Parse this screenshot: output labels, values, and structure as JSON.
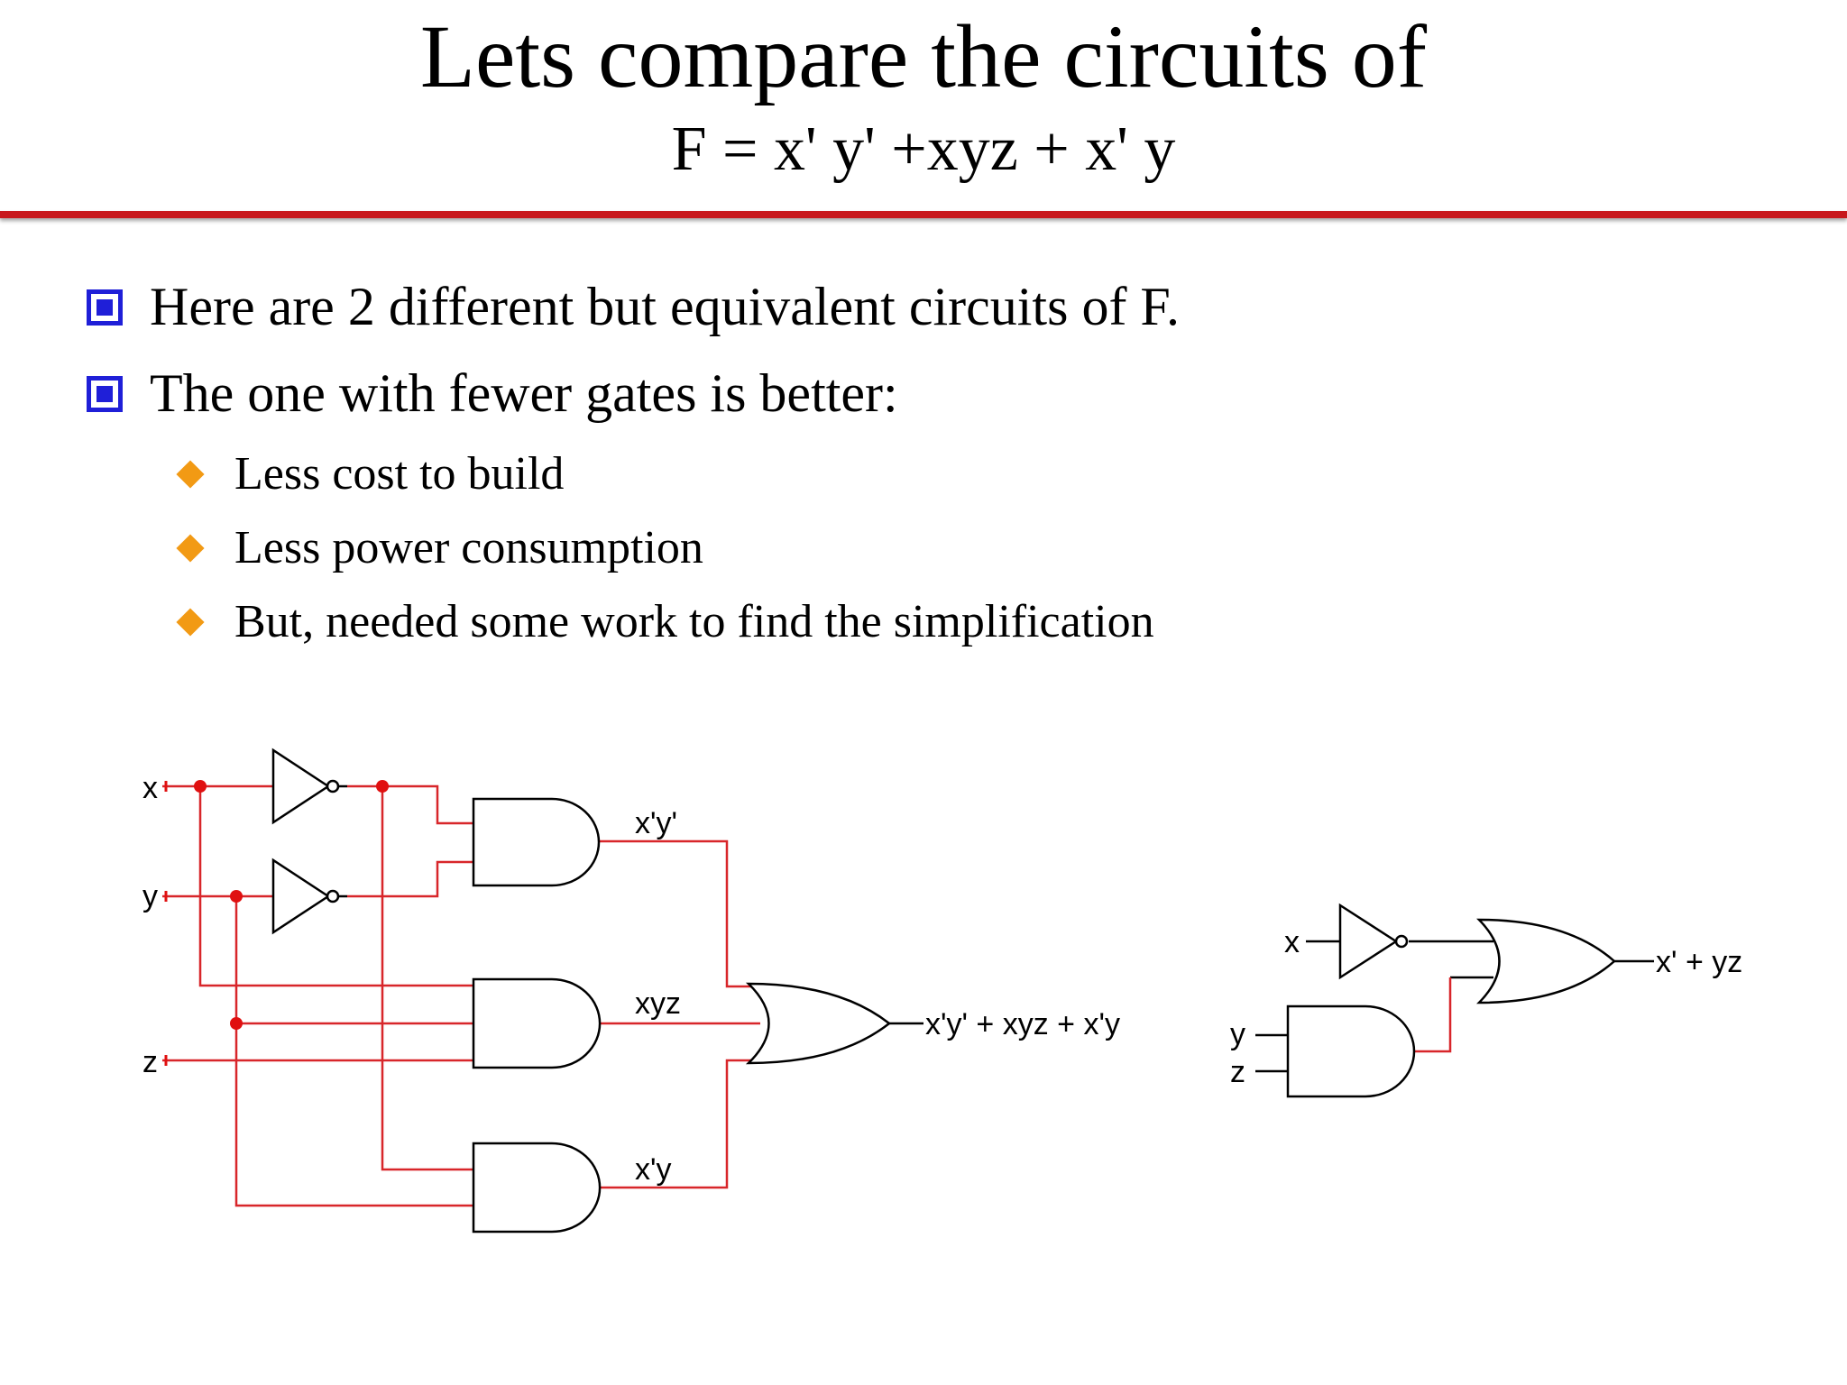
{
  "title": "Lets compare the circuits of",
  "subtitle": "F =  x' y' +xyz + x' y",
  "bullets": [
    "Here are 2 different but equivalent circuits of F.",
    "The one with fewer gates is better:"
  ],
  "sub_bullets": [
    "Less cost to build",
    "Less power consumption",
    "But, needed some work to find the simplification"
  ],
  "circuit1": {
    "inputs": [
      "x",
      "y",
      "z"
    ],
    "terms": [
      "x'y'",
      "xyz",
      "x'y"
    ],
    "output": "x'y' + xyz + x'y"
  },
  "circuit2": {
    "inputs": [
      "x",
      "y",
      "z"
    ],
    "output": "x' + yz"
  },
  "colors": {
    "rule": "#c8181d",
    "square_bullet": "#1f1fd8",
    "diamond_bullet": "#f29a14",
    "wire": "#d8262a",
    "junction": "#e01010",
    "gate": "#000000"
  }
}
